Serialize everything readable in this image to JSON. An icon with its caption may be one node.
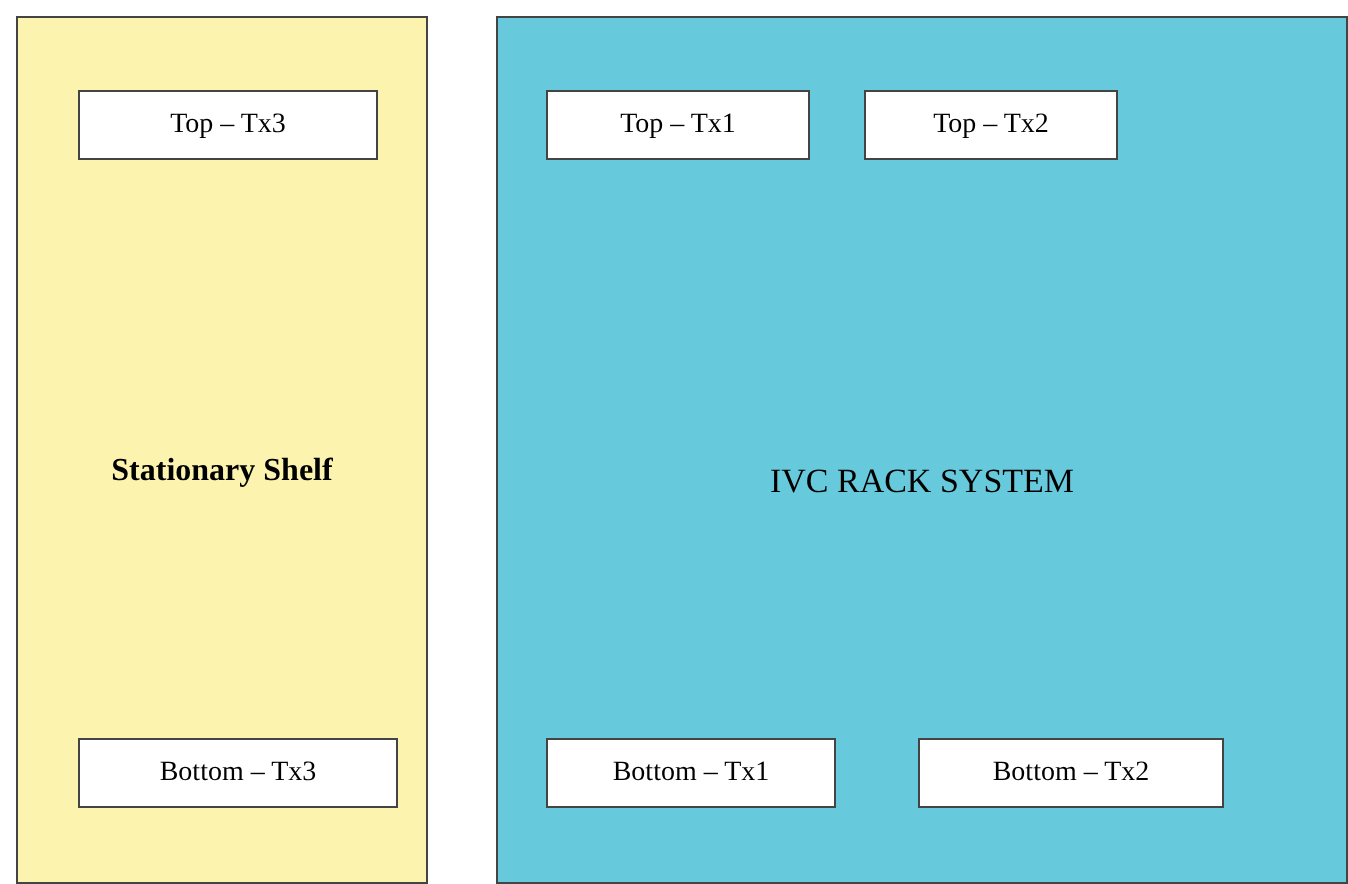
{
  "diagram": {
    "nodes": [
      {
        "text": [
          "Stationary Shelf"
        ]
      },
      {
        "text": [
          "Top – Tx3"
        ],
        "in": 0
      },
      {
        "text": [
          "Bottom – Tx3"
        ],
        "in": 0
      },
      {
        "text": [
          "IVC RACK SYSTEM"
        ]
      },
      {
        "text": [
          "Top – Tx1"
        ],
        "in": 3
      },
      {
        "text": [
          "Top – Tx2"
        ],
        "in": 3
      },
      {
        "text": [
          "Bottom – Tx1"
        ],
        "in": 3
      },
      {
        "text": [
          "Bottom – Tx2"
        ],
        "in": 3
      }
    ]
  }
}
